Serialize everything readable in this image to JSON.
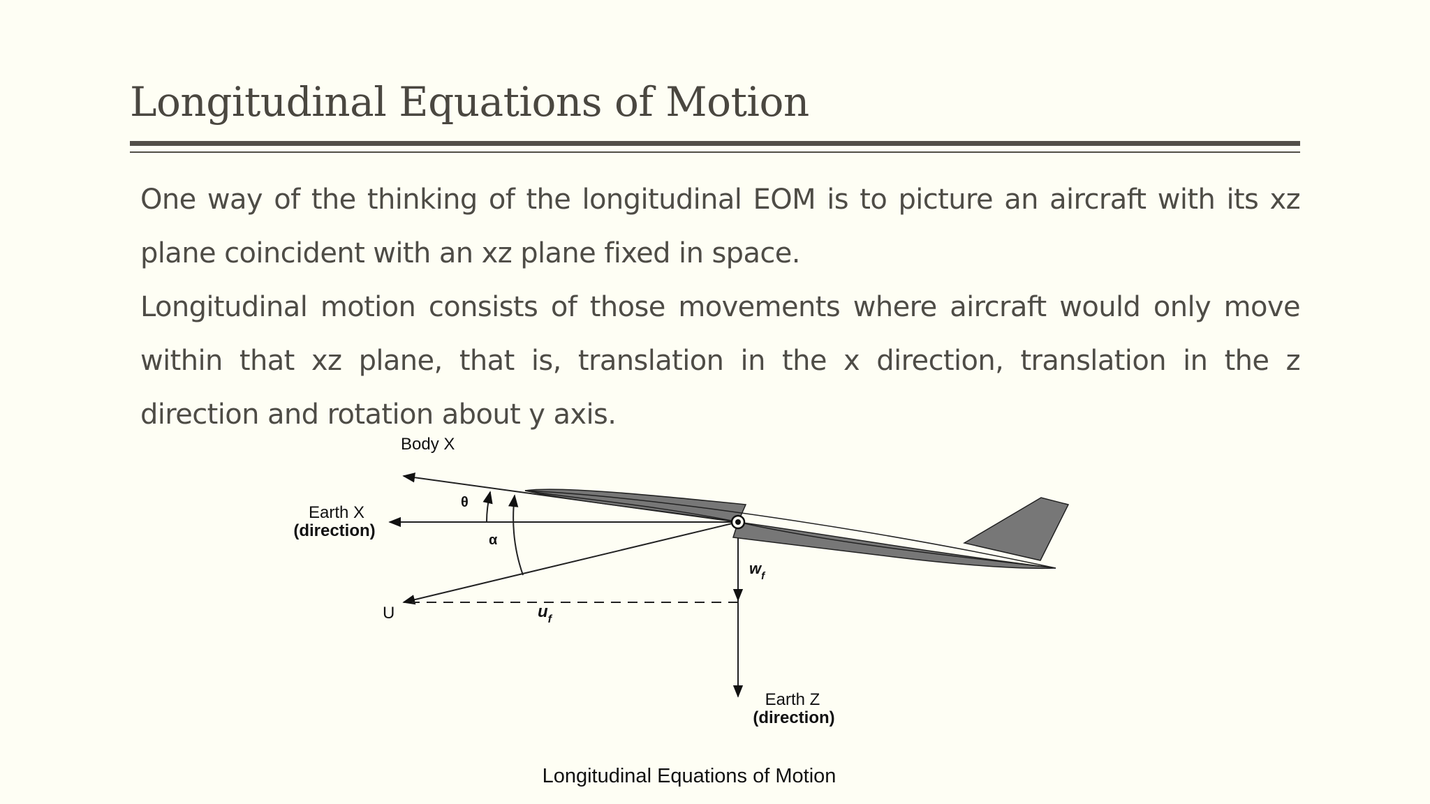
{
  "title": "Longitudinal Equations of Motion",
  "paragraphs": [
    "One way of the thinking of the longitudinal EOM is to picture an aircraft with its xz plane coincident with an xz plane fixed in space.",
    "Longitudinal motion consists of those movements where aircraft would only move within that xz plane,  that is, translation in the x direction, translation in the z direction and rotation about y axis."
  ],
  "figure": {
    "body_x": "Body X",
    "earth_x_line1": "Earth X",
    "earth_x_line2": "(direction)",
    "theta": "θ",
    "alpha": "α",
    "velocity": "U",
    "u_f": "u",
    "u_f_sub": "f",
    "w_f": "w",
    "w_f_sub": "f",
    "earth_z_line1": "Earth Z",
    "earth_z_line2": "(direction)",
    "caption": "Longitudinal Equations of Motion"
  }
}
